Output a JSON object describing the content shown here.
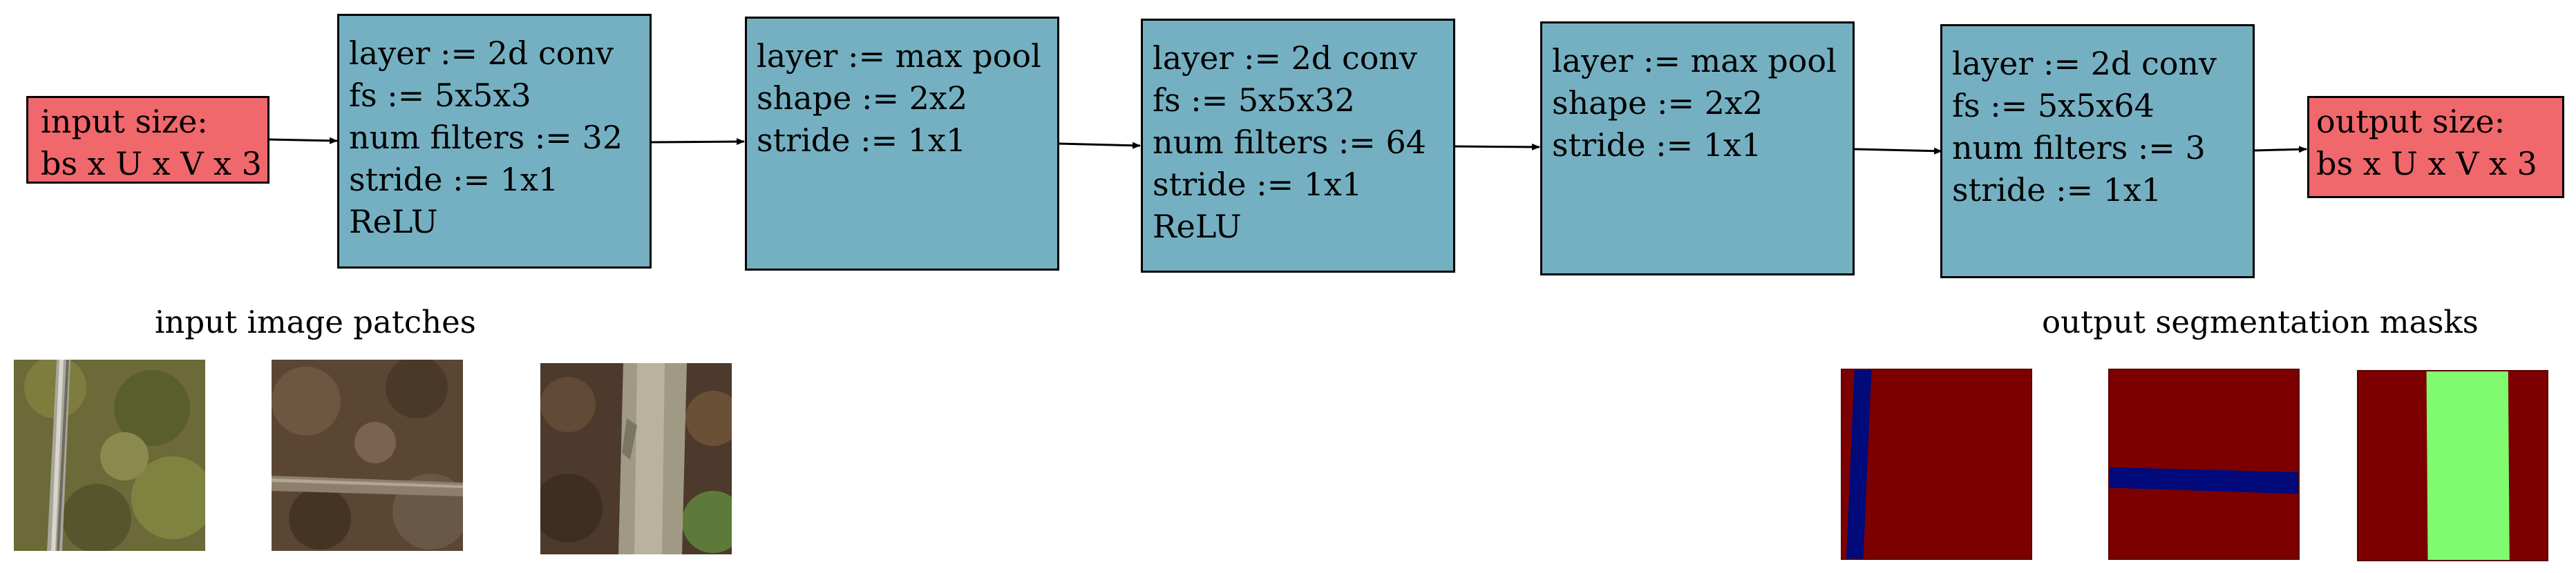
{
  "input_box": {
    "lines": [
      "input size:",
      "bs x U x V x 3"
    ],
    "color": "#f0686c"
  },
  "layers": [
    {
      "lines": [
        "layer := 2d conv",
        "fs := 5x5x3",
        "num filters := 32",
        "stride := 1x1",
        "ReLU"
      ]
    },
    {
      "lines": [
        "layer := max pool",
        "shape := 2x2",
        "stride := 1x1"
      ]
    },
    {
      "lines": [
        "layer := 2d conv",
        "fs := 5x5x32",
        "num filters := 64",
        "stride := 1x1",
        "ReLU"
      ]
    },
    {
      "lines": [
        "layer := max pool",
        "shape := 2x2",
        "stride := 1x1"
      ]
    },
    {
      "lines": [
        "layer := 2d conv",
        "fs := 5x5x64",
        "num filters := 3",
        "stride := 1x1"
      ]
    }
  ],
  "layer_color": "#74b0c2",
  "output_box": {
    "lines": [
      "output size:",
      "bs x U x V x 3"
    ],
    "color": "#f0686c"
  },
  "captions": {
    "input_patches": "input image patches",
    "output_masks": "output segmentation masks"
  },
  "mask_colors": {
    "background": "#7d0000",
    "class_blue": "#000a7a",
    "class_green": "#80fa6e"
  }
}
